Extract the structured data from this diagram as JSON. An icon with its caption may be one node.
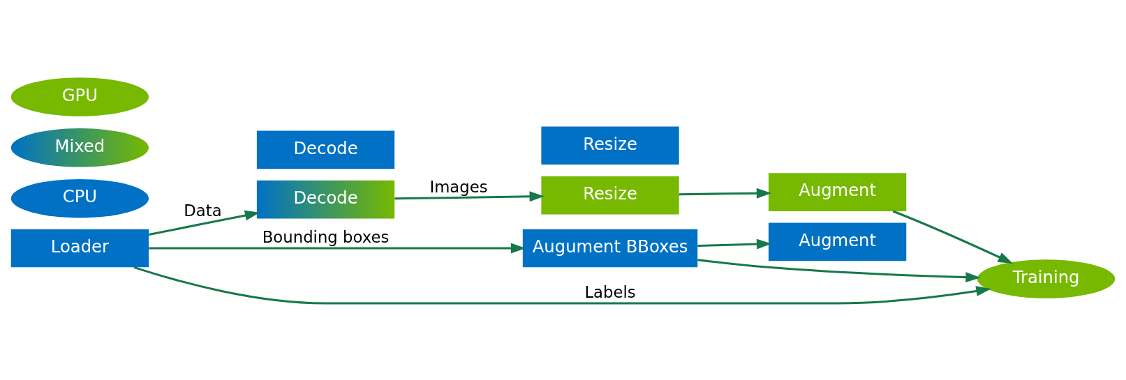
{
  "diagram": {
    "nodes": [
      {
        "text": [
          "Loader"
        ]
      },
      {
        "text": [
          "Decode"
        ]
      },
      {
        "text": [
          "Decode"
        ]
      },
      {
        "text": [
          "Resize"
        ]
      },
      {
        "text": [
          "Resize"
        ]
      },
      {
        "text": [
          "Augment"
        ]
      },
      {
        "text": [
          "Augment"
        ]
      },
      {
        "text": [
          "Augument BBoxes"
        ]
      },
      {
        "text": [
          "Training"
        ]
      },
      {
        "text": [
          "CPU"
        ]
      },
      {
        "text": [
          "Mixed"
        ]
      },
      {
        "text": [
          "GPU"
        ]
      }
    ],
    "edges": [
      {
        "from": 0,
        "to": 1,
        "arrow": "to",
        "label": "Data"
      },
      {
        "from": 1,
        "to": 3,
        "arrow": "to",
        "label": "Images"
      },
      {
        "from": 3,
        "to": 5,
        "arrow": "to"
      },
      {
        "from": 5,
        "to": 8,
        "arrow": "to"
      },
      {
        "from": 0,
        "to": 7,
        "arrow": "to",
        "label": "Bounding boxes"
      },
      {
        "from": 7,
        "to": 6,
        "arrow": "to"
      },
      {
        "from": 7,
        "to": 8,
        "arrow": "to"
      },
      {
        "from": 0,
        "to": 8,
        "arrow": "to",
        "label": "Labels"
      }
    ]
  }
}
